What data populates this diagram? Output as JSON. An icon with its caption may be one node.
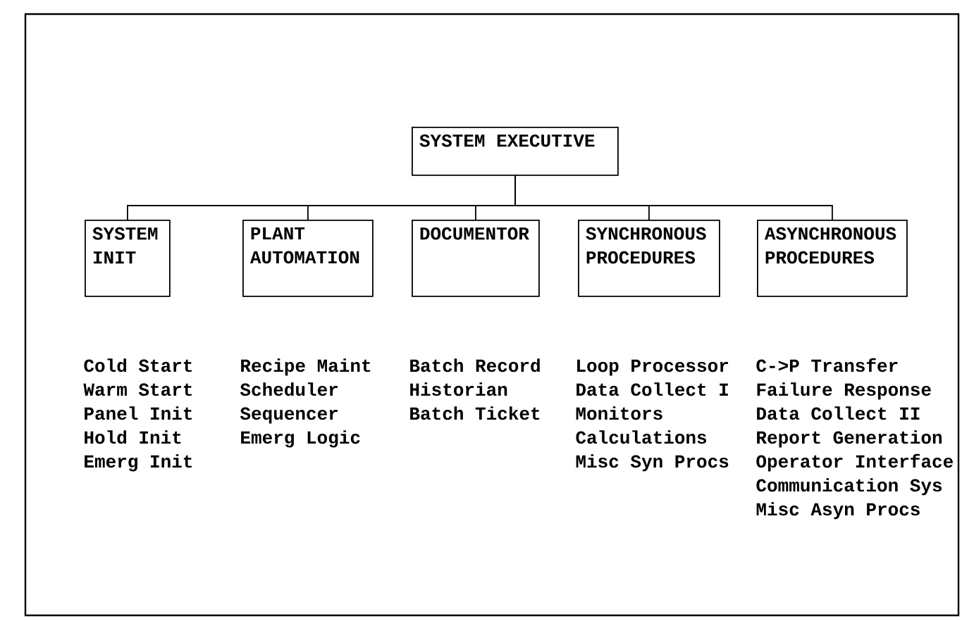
{
  "diagram": {
    "nodes": [
      {
        "text": [
          "SYSTEM EXECUTIVE"
        ]
      },
      {
        "text": [
          "SYSTEM INIT"
        ],
        "beside": [
          "Cold Start",
          "Warm Start",
          "Panel Init",
          "Hold Init",
          "Emerg Init"
        ]
      },
      {
        "text": [
          "PLANT AUTOMATION"
        ],
        "beside": [
          "Recipe Maint",
          "Scheduler",
          "Sequencer",
          "Emerg Logic"
        ]
      },
      {
        "text": [
          "DOCUMENTOR"
        ],
        "beside": [
          "Batch Record",
          "Historian",
          "Batch Ticket"
        ]
      },
      {
        "text": [
          "SYNCHRONOUS PROCEDURES"
        ],
        "beside": [
          "Loop Processor",
          "Data Collect I",
          "Monitors",
          "Calculations",
          "Misc Syn Procs"
        ]
      },
      {
        "text": [
          "ASYNCHRONOUS PROCEDURES"
        ],
        "beside": [
          "C->P Transfer",
          "Failure Response",
          "Data Collect II",
          "Report Generation",
          "Operator Interface",
          "Communication Sys",
          "Misc Asyn Procs"
        ]
      }
    ],
    "edges": [
      {
        "from": 0,
        "to": 1,
        "arrow": "none"
      },
      {
        "from": 0,
        "to": 2,
        "arrow": "none"
      },
      {
        "from": 0,
        "to": 3,
        "arrow": "none"
      },
      {
        "from": 0,
        "to": 4,
        "arrow": "none"
      },
      {
        "from": 0,
        "to": 5,
        "arrow": "none"
      }
    ]
  }
}
